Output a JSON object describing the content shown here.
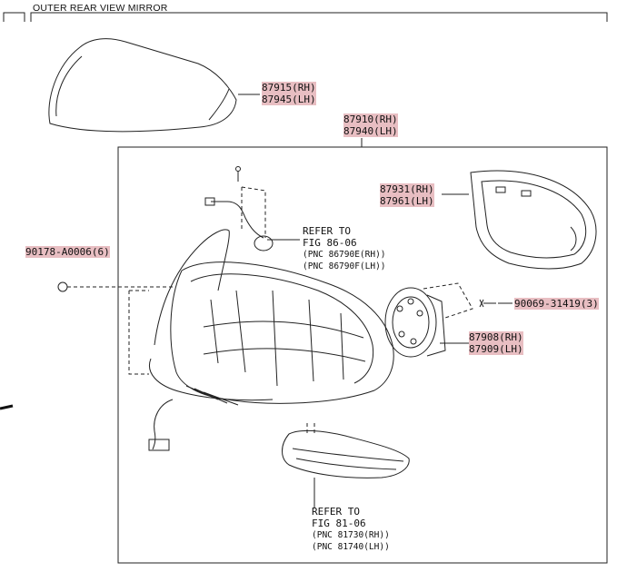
{
  "title": "OUTER REAR VIEW MIRROR",
  "highlight_color": "#d98a92",
  "parts": {
    "cover": {
      "rh": "87915(RH)",
      "lh": "87945(LH)"
    },
    "mirror_assy": {
      "rh": "87910(RH)",
      "lh": "87940(LH)"
    },
    "mirror_glass": {
      "rh": "87931(RH)",
      "lh": "87961(LH)"
    },
    "actuator": {
      "rh": "87908(RH)",
      "lh": "87909(LH)"
    },
    "clip": {
      "code": "90178-A0006(6)"
    },
    "screw": {
      "code": "90069-31419(3)"
    }
  },
  "refs": {
    "fig86": {
      "line1": "REFER TO",
      "line2": "FIG 86-06",
      "line3": "(PNC 86790E(RH))",
      "line4": "(PNC 86790F(LH))"
    },
    "fig81": {
      "line1": "REFER TO",
      "line2": "FIG 81-06",
      "line3": "(PNC 81730(RH))",
      "line4": "(PNC 81740(LH))"
    }
  }
}
